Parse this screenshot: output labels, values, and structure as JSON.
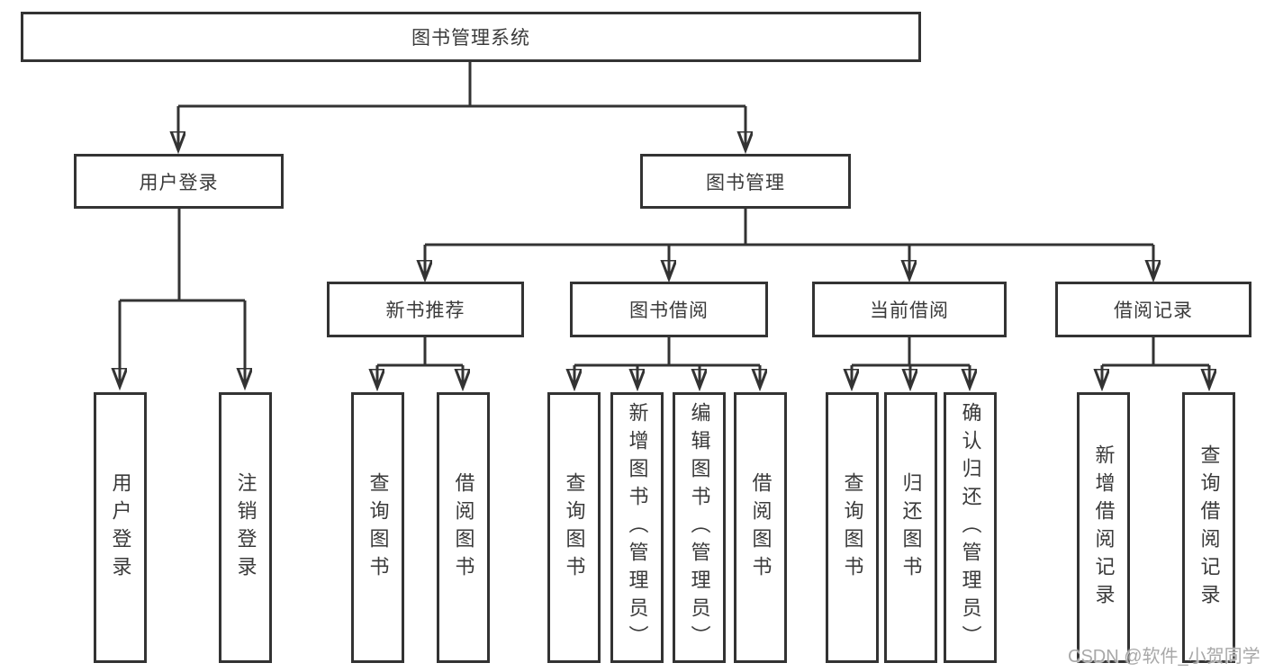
{
  "diagram": {
    "root": {
      "label": "图书管理系统",
      "children": [
        {
          "label": "用户登录",
          "children": [
            {
              "label": "用户登录"
            },
            {
              "label": "注销登录"
            }
          ]
        },
        {
          "label": "图书管理",
          "children": [
            {
              "label": "新书推荐",
              "children": [
                {
                  "label": "查询图书"
                },
                {
                  "label": "借阅图书"
                }
              ]
            },
            {
              "label": "图书借阅",
              "children": [
                {
                  "label": "查询图书"
                },
                {
                  "label": "新增图书（管理员）"
                },
                {
                  "label": "编辑图书（管理员）"
                },
                {
                  "label": "借阅图书"
                }
              ]
            },
            {
              "label": "当前借阅",
              "children": [
                {
                  "label": "查询图书"
                },
                {
                  "label": "归还图书"
                },
                {
                  "label": "确认归还（管理员）"
                }
              ]
            },
            {
              "label": "借阅记录",
              "children": [
                {
                  "label": "新增借阅记录"
                },
                {
                  "label": "查询借阅记录"
                }
              ]
            }
          ]
        }
      ]
    },
    "colors": {
      "line": "#333333",
      "text": "#3a3a3a",
      "watermark_text": "#a8a8a8",
      "background": "#ffffff"
    }
  },
  "watermark": {
    "text": "CSDN @软件_小贺同学"
  }
}
